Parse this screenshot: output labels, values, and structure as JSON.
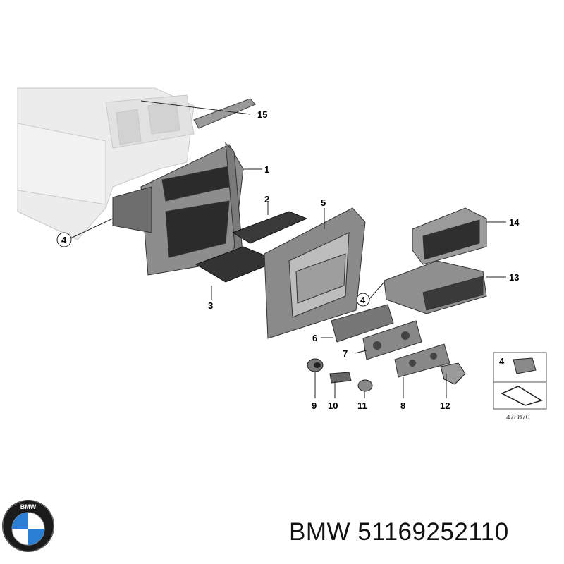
{
  "callouts": {
    "c1": "1",
    "c2": "2",
    "c3": "3",
    "c4a": "4",
    "c4b": "4",
    "c5": "5",
    "c6": "6",
    "c7": "7",
    "c8": "8",
    "c9": "9",
    "c10": "10",
    "c11": "11",
    "c12": "12",
    "c13": "13",
    "c14": "14",
    "c15": "15"
  },
  "inset": {
    "label": "4",
    "ref": "478870"
  },
  "logo": {
    "letters": "BMW"
  },
  "footer": {
    "part_text": "BMW 51169252110"
  },
  "colors": {
    "part_gray": "#8a8a8a",
    "dark": "#2d2d2d",
    "ghost": "#e6e6e6",
    "bmw_blue": "#2a7fd4"
  }
}
